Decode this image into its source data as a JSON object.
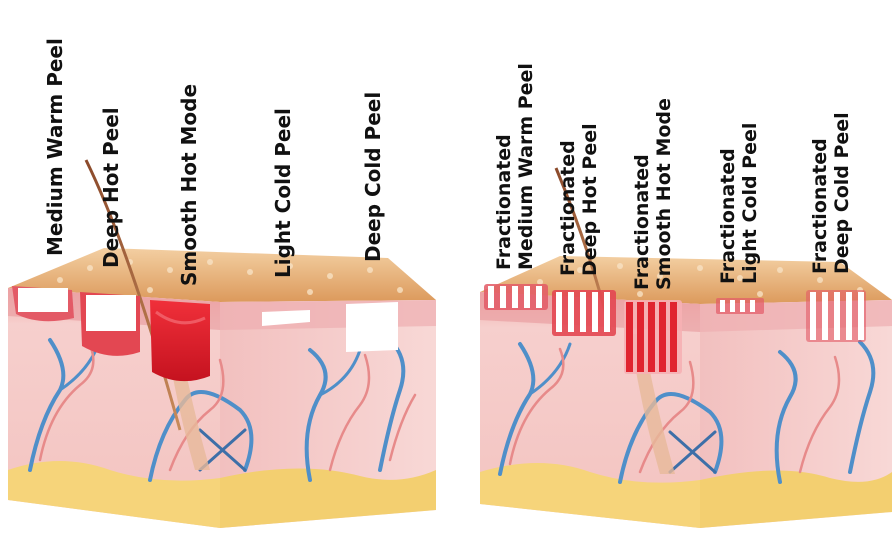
{
  "panels": [
    {
      "id": "left",
      "labels": [
        [
          "Medium Warm Peel"
        ],
        [
          "Deep Hot Peel"
        ],
        [
          "Smooth Hot Mode"
        ],
        [
          "Light Cold Peel"
        ],
        [
          "Deep Cold Peel"
        ]
      ]
    },
    {
      "id": "right",
      "labels": [
        [
          "Fractionated",
          "Medium Warm Peel"
        ],
        [
          "Fractionated",
          "Deep Hot Peel"
        ],
        [
          "Fractionated",
          "Smooth Hot Mode"
        ],
        [
          "Fractionated",
          "Light Cold Peel"
        ],
        [
          "Fractionated",
          "Deep Cold Peel"
        ]
      ]
    }
  ],
  "colors": {
    "skin_top": "#e8b07a",
    "epidermis": "#f1b7b4",
    "dermis": "#f4c8c6",
    "fat": "#f6d57a",
    "vessel_blue": "#4f8fc9",
    "vessel_red": "#e78a8a",
    "hot_red": "#e0242f",
    "warm_red": "#e35a66",
    "cold_white": "#ffffff"
  }
}
